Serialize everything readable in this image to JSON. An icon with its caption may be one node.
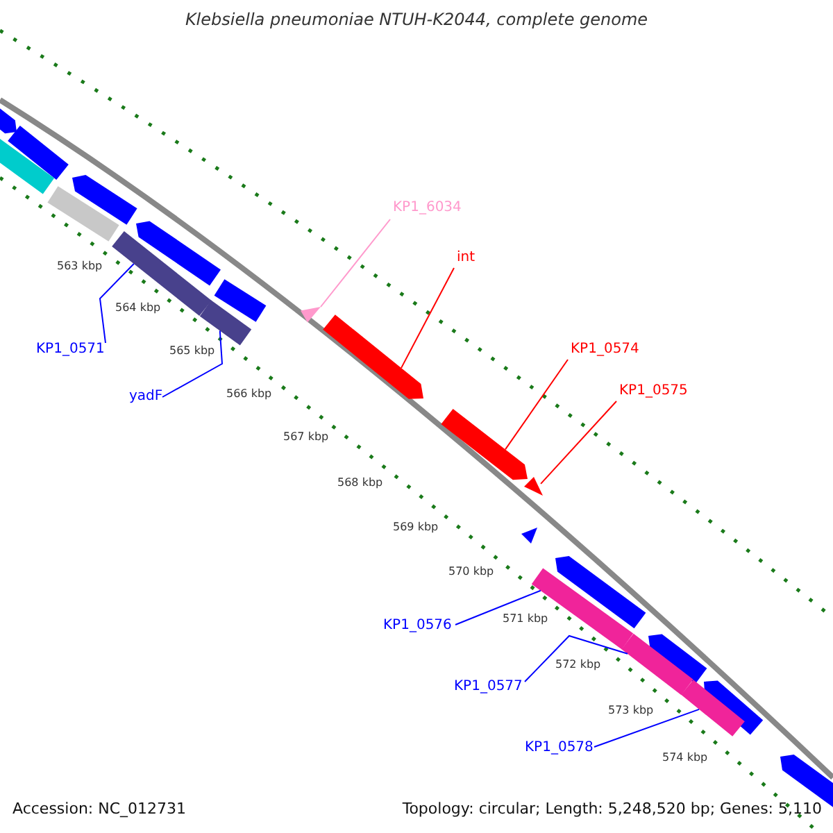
{
  "diagram": {
    "title": "Klebsiella pneumoniae NTUH-K2044, complete genome",
    "nodes": [
      {
        "text": [
          "KP1_6034"
        ]
      },
      {
        "text": [],
        "shape": "bar"
      },
      {
        "text": [
          "int"
        ]
      },
      {
        "text": [],
        "shape": "bar"
      },
      {
        "text": [
          "KP1_0574"
        ]
      },
      {
        "text": [],
        "shape": "bar"
      },
      {
        "text": [
          "KP1_0575"
        ]
      },
      {
        "text": [],
        "shape": "bar"
      },
      {
        "text": [
          "KP1_0571"
        ]
      },
      {
        "text": [],
        "shape": "bar"
      },
      {
        "text": [
          "yadF"
        ]
      },
      {
        "text": [],
        "shape": "bar"
      },
      {
        "text": [
          "KP1_0576"
        ]
      },
      {
        "text": [],
        "shape": "bar"
      },
      {
        "text": [
          "KP1_0577"
        ]
      },
      {
        "text": [],
        "shape": "bar"
      },
      {
        "text": [
          "KP1_0578"
        ]
      },
      {
        "text": [],
        "shape": "bar"
      }
    ],
    "edges": [
      {
        "from": 0,
        "to": 1,
        "arrow": "none",
        "color": "#ff99cc"
      },
      {
        "from": 2,
        "to": 3,
        "arrow": "none",
        "color": "#ff0000"
      },
      {
        "from": 4,
        "to": 5,
        "arrow": "none",
        "color": "#ff0000"
      },
      {
        "from": 6,
        "to": 7,
        "arrow": "none",
        "color": "#ff0000"
      },
      {
        "from": 8,
        "to": 9,
        "arrow": "none"
      },
      {
        "from": 10,
        "to": 11,
        "arrow": "none"
      },
      {
        "from": 12,
        "to": 13,
        "arrow": "none"
      },
      {
        "from": 14,
        "to": 15,
        "arrow": "none"
      },
      {
        "from": 16,
        "to": 17,
        "arrow": "none"
      }
    ],
    "labels": [
      "563 kbp",
      "564 kbp",
      "565 kbp",
      "566 kbp",
      "567 kbp",
      "568 kbp",
      "569 kbp",
      "570 kbp",
      "571 kbp",
      "572 kbp",
      "573 kbp",
      "574 kbp",
      "Accession: NC_012731",
      "Topology: circular; Length: 5,248,520 bp; Genes: 5,110"
    ]
  }
}
